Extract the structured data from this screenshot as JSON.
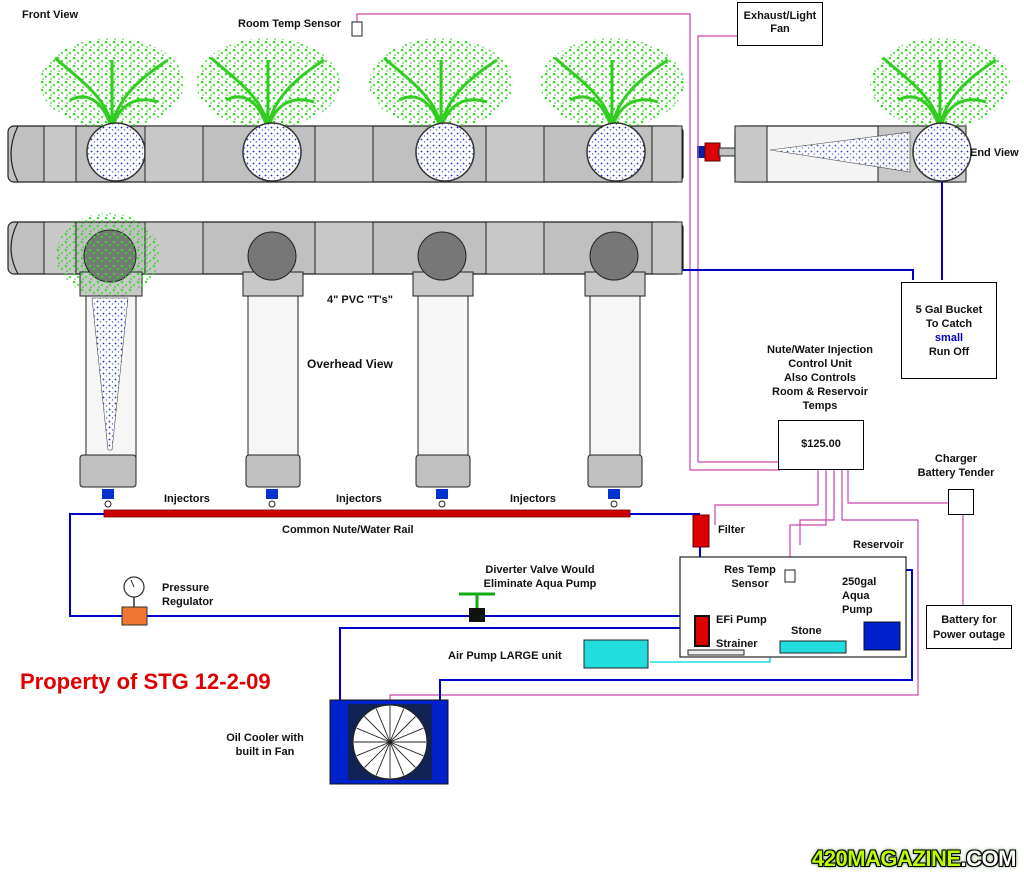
{
  "labels": {
    "front_view": "Front View",
    "room_temp_sensor": "Room Temp Sensor",
    "exhaust_fan": [
      "Exhaust/Light",
      "Fan"
    ],
    "end_view": "End View",
    "bucket": [
      "5 Gal Bucket",
      "To Catch",
      "small",
      "Run Off"
    ],
    "pvc_ts": "4\" PVC  \"T's\"",
    "overhead_view": "Overhead View",
    "control_unit": [
      "Nute/Water Injection",
      "Control Unit",
      "Also Controls",
      "Room & Reservoir",
      "Temps"
    ],
    "price": "$125.00",
    "charger": [
      "Charger",
      "Battery Tender"
    ],
    "injectors": [
      "Injectors",
      "Injectors",
      "Injectors"
    ],
    "rail": "Common Nute/Water Rail",
    "filter": "Filter",
    "reservoir": "Reservoir",
    "res_temp_sensor": [
      "Res Temp",
      "Sensor"
    ],
    "aqua_pump": [
      "250gal",
      "Aqua",
      "Pump"
    ],
    "pressure_regulator": [
      "Pressure",
      "Regulator"
    ],
    "diverter": [
      "Diverter Valve Would",
      "Eliminate Aqua Pump"
    ],
    "efi_pump": "EFi Pump",
    "strainer": "Strainer",
    "stone": "Stone",
    "battery": [
      "Battery for",
      "Power outage"
    ],
    "air_pump": "Air Pump LARGE unit",
    "property": "Property of STG 12-2-09",
    "oil_cooler": [
      "Oil Cooler with",
      "built in Fan"
    ]
  },
  "watermark": {
    "main": "420MAGAZINE",
    "suffix": ".COM"
  },
  "colors": {
    "pipe_gray": "#c0c0c0",
    "plant_green": "#33dd22",
    "water_blue": "#0000cc",
    "signal_pink": "#cc44aa",
    "rail_red": "#cc0000",
    "air_cyan": "#22dddd",
    "property_red": "#e00000",
    "bucket_small_blue": "#0000cc"
  }
}
